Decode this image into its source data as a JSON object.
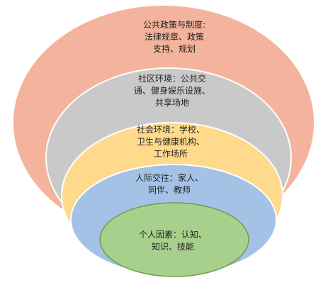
{
  "layers": [
    {
      "id": "policy",
      "lines": [
        "公共政策与制度:",
        "法律规章、政策",
        "支持、规划"
      ],
      "fill": "#F4B39C"
    },
    {
      "id": "community",
      "lines": [
        "社区环境：公共交",
        "通、健身娱乐设施、",
        "共享场地"
      ],
      "fill": "#C9C9C9"
    },
    {
      "id": "social",
      "lines": [
        "社会环境：学校、",
        "卫生与健康机构、",
        "工作场所"
      ],
      "fill": "#FFDA8C"
    },
    {
      "id": "interpersonal",
      "lines": [
        "人际交往：家人、",
        "同伴、教师"
      ],
      "fill": "#A4C2E6"
    },
    {
      "id": "individual",
      "lines": [
        "个人因素：认知、",
        "知识、技能"
      ],
      "fill": "#A8D08D"
    }
  ],
  "colors": {
    "stroke": "#ffffff"
  }
}
